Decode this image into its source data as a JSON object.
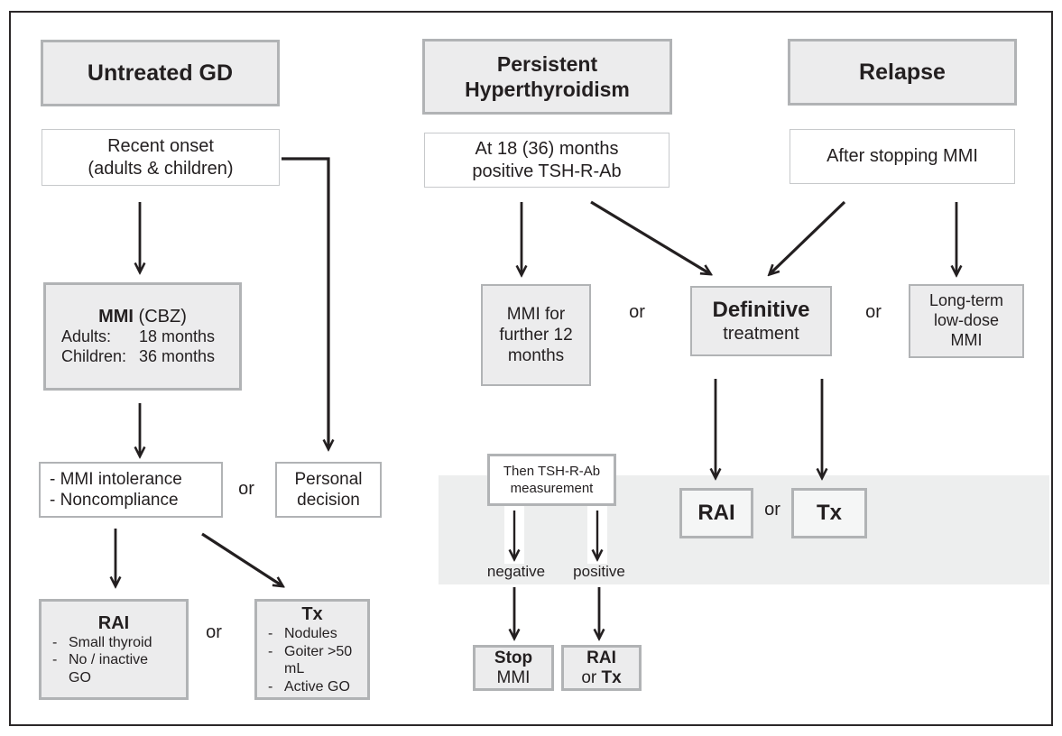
{
  "palette": {
    "box_fill": "#ececed",
    "box_border": "#b1b3b5",
    "band_fill": "#edeeee",
    "text": "#231f20",
    "frame_border": "#2b2728",
    "arrow": "#231f20"
  },
  "untreated": {
    "header": "Untreated GD",
    "recent_onset": {
      "l1": "Recent onset",
      "l2": "(adults & children)"
    },
    "mmi": {
      "name": "MMI",
      "suffix": " (CBZ)",
      "rows": [
        {
          "label": "Adults:",
          "value": "18 months"
        },
        {
          "label": "Children:",
          "value": "36 months"
        }
      ]
    },
    "intolerance": {
      "l1": "- MMI intolerance",
      "l2": "- Noncompliance"
    },
    "or_personal": "or",
    "personal": {
      "l1": "Personal",
      "l2": "decision"
    },
    "rai": {
      "title": "RAI",
      "lines": [
        {
          "b": "-",
          "t": "Small thyroid"
        },
        {
          "b": "-",
          "t": "No / inactive"
        },
        {
          "b": "",
          "t": "GO"
        }
      ]
    },
    "or_rai_tx": "or",
    "tx": {
      "title": "Tx",
      "lines": [
        {
          "b": "-",
          "t": "Nodules"
        },
        {
          "b": "-",
          "t": "Goiter >50 mL"
        },
        {
          "b": "-",
          "t": "Active GO"
        }
      ]
    }
  },
  "persistent": {
    "header": {
      "l1": "Persistent",
      "l2": "Hyperthyroidism"
    },
    "at18": {
      "l1": "At 18 (36) months",
      "l2": "positive TSH-R-Ab"
    },
    "mmi_further": "MMI for further 12 months",
    "or_definitive": "or",
    "definitive": {
      "l1": "Definitive",
      "l2": "treatment"
    },
    "or_longterm": "or",
    "longterm": {
      "l1": "Long-term",
      "l2": "low-dose",
      "l3": "MMI"
    },
    "then_tsh": {
      "l1": "Then TSH-R-Ab",
      "l2": "measurement"
    },
    "negative": "negative",
    "positive": "positive",
    "stop_mmi": {
      "l1": "Stop",
      "l2": "MMI"
    },
    "rai_or_tx": {
      "l1": "RAI",
      "l2_or": "or ",
      "l2_tx": "Tx"
    },
    "rai_mid": "RAI",
    "or_mid": "or",
    "tx_mid": "Tx"
  },
  "relapse": {
    "header": "Relapse",
    "after_stopping": "After stopping MMI"
  }
}
